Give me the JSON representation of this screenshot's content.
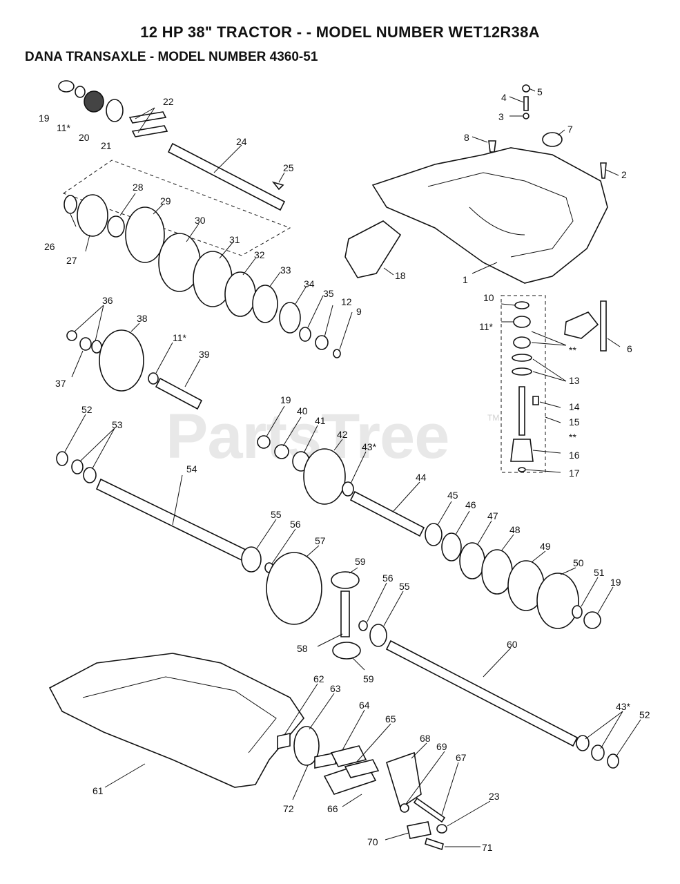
{
  "header": {
    "title": "12 HP 38\" TRACTOR - - MODEL NUMBER WET12R38A",
    "subtitle": "DANA TRANSAXLE - MODEL NUMBER 4360-51"
  },
  "watermark": {
    "text": "PartsTree",
    "tm": "TM"
  },
  "labels": {
    "p19a": "19",
    "p11a": "11*",
    "p20": "20",
    "p21": "21",
    "p22": "22",
    "p24": "24",
    "p25": "25",
    "p4": "4",
    "p5": "5",
    "p3": "3",
    "p8": "8",
    "p7": "7",
    "p2": "2",
    "p1": "1",
    "p26": "26",
    "p27": "27",
    "p28": "28",
    "p29": "29",
    "p30": "30",
    "p31": "31",
    "p32": "32",
    "p33": "33",
    "p34": "34",
    "p35": "35",
    "p12": "12",
    "p9": "9",
    "p18": "18",
    "p10": "10",
    "p11b": "11*",
    "p6": "6",
    "p13": "13",
    "p14": "14",
    "p15": "15",
    "p16": "16",
    "p17": "17",
    "pstar1": "**",
    "pstar2": "**",
    "p36": "36",
    "p37": "37",
    "p38": "38",
    "p11c": "11*",
    "p39": "39",
    "p52a": "52",
    "p53": "53",
    "p54": "54",
    "p19b": "19",
    "p40": "40",
    "p41": "41",
    "p42": "42",
    "p43a": "43*",
    "p44": "44",
    "p45": "45",
    "p46": "46",
    "p47": "47",
    "p48": "48",
    "p49": "49",
    "p50": "50",
    "p51": "51",
    "p19c": "19",
    "p55a": "55",
    "p56a": "56",
    "p57": "57",
    "p59a": "59",
    "p56b": "56",
    "p55b": "55",
    "p58": "58",
    "p59b": "59",
    "p60": "60",
    "p62": "62",
    "p63": "63",
    "p64": "64",
    "p65": "65",
    "p43b": "43*",
    "p52b": "52",
    "p61": "61",
    "p72": "72",
    "p66": "66",
    "p68": "68",
    "p69": "69",
    "p67": "67",
    "p23": "23",
    "p70": "70",
    "p71": "71"
  }
}
